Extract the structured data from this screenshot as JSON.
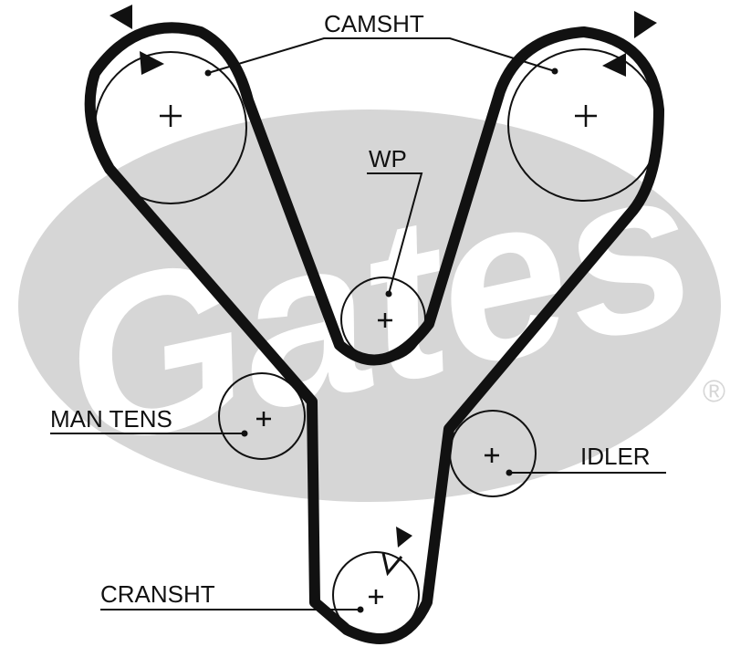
{
  "watermark": {
    "brand": "Gates",
    "registered_mark": "®"
  },
  "labels": {
    "camshaft": "CAMSHT",
    "water_pump": "WP",
    "manual_tensioner": "MAN TENS",
    "idler": "IDLER",
    "crankshaft": "CRANSHT"
  },
  "colors": {
    "belt": "#111111",
    "logo_gray": "#d6d6d6",
    "background": "#ffffff"
  }
}
